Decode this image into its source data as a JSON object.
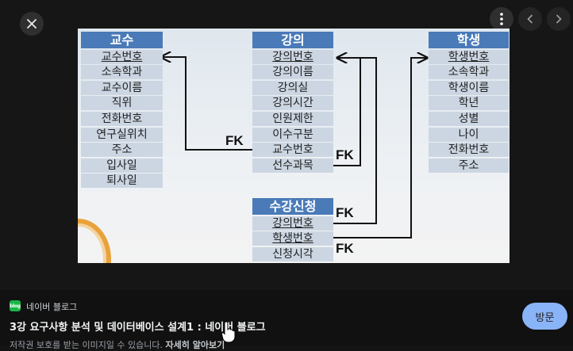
{
  "viewer": {
    "close_icon": "close-icon",
    "more_icon": "more-vert-icon",
    "prev_icon": "chevron-left-icon",
    "next_icon": "chevron-right-icon"
  },
  "diagram": {
    "tables": {
      "professor": {
        "header": "교수",
        "rows": [
          "교수번호",
          "소속학과",
          "교수이름",
          "직위",
          "전화번호",
          "연구실위치",
          "주소",
          "입사일",
          "퇴사일"
        ]
      },
      "lecture": {
        "header": "강의",
        "rows": [
          "강의번호",
          "강의이름",
          "강의실",
          "강의시간",
          "인원제한",
          "이수구분",
          "교수번호",
          "선수과목"
        ]
      },
      "student": {
        "header": "학생",
        "rows": [
          "학생번호",
          "소속학과",
          "학생이름",
          "학년",
          "성별",
          "나이",
          "전화번호",
          "주소"
        ]
      },
      "enrollment": {
        "header": "수강신청",
        "rows": [
          "강의번호",
          "학생번호",
          "신청시각"
        ]
      }
    },
    "fk_labels": [
      "FK",
      "FK",
      "FK",
      "FK"
    ]
  },
  "source": {
    "logo_text": "blog",
    "name": "네이버 블로그"
  },
  "title": "3강 요구사항 분석 및 데이터베이스 설계1 : 네이버 블로그",
  "notice": {
    "text": "저작권 보호를 받는 이미지일 수 있습니다.",
    "link": "자세히 알아보기"
  },
  "visit_button": "방문",
  "colors": {
    "header_blue": "#4a7ab8",
    "row_gray": "#ccd6e2",
    "visit_button": "#8ab4f8"
  }
}
